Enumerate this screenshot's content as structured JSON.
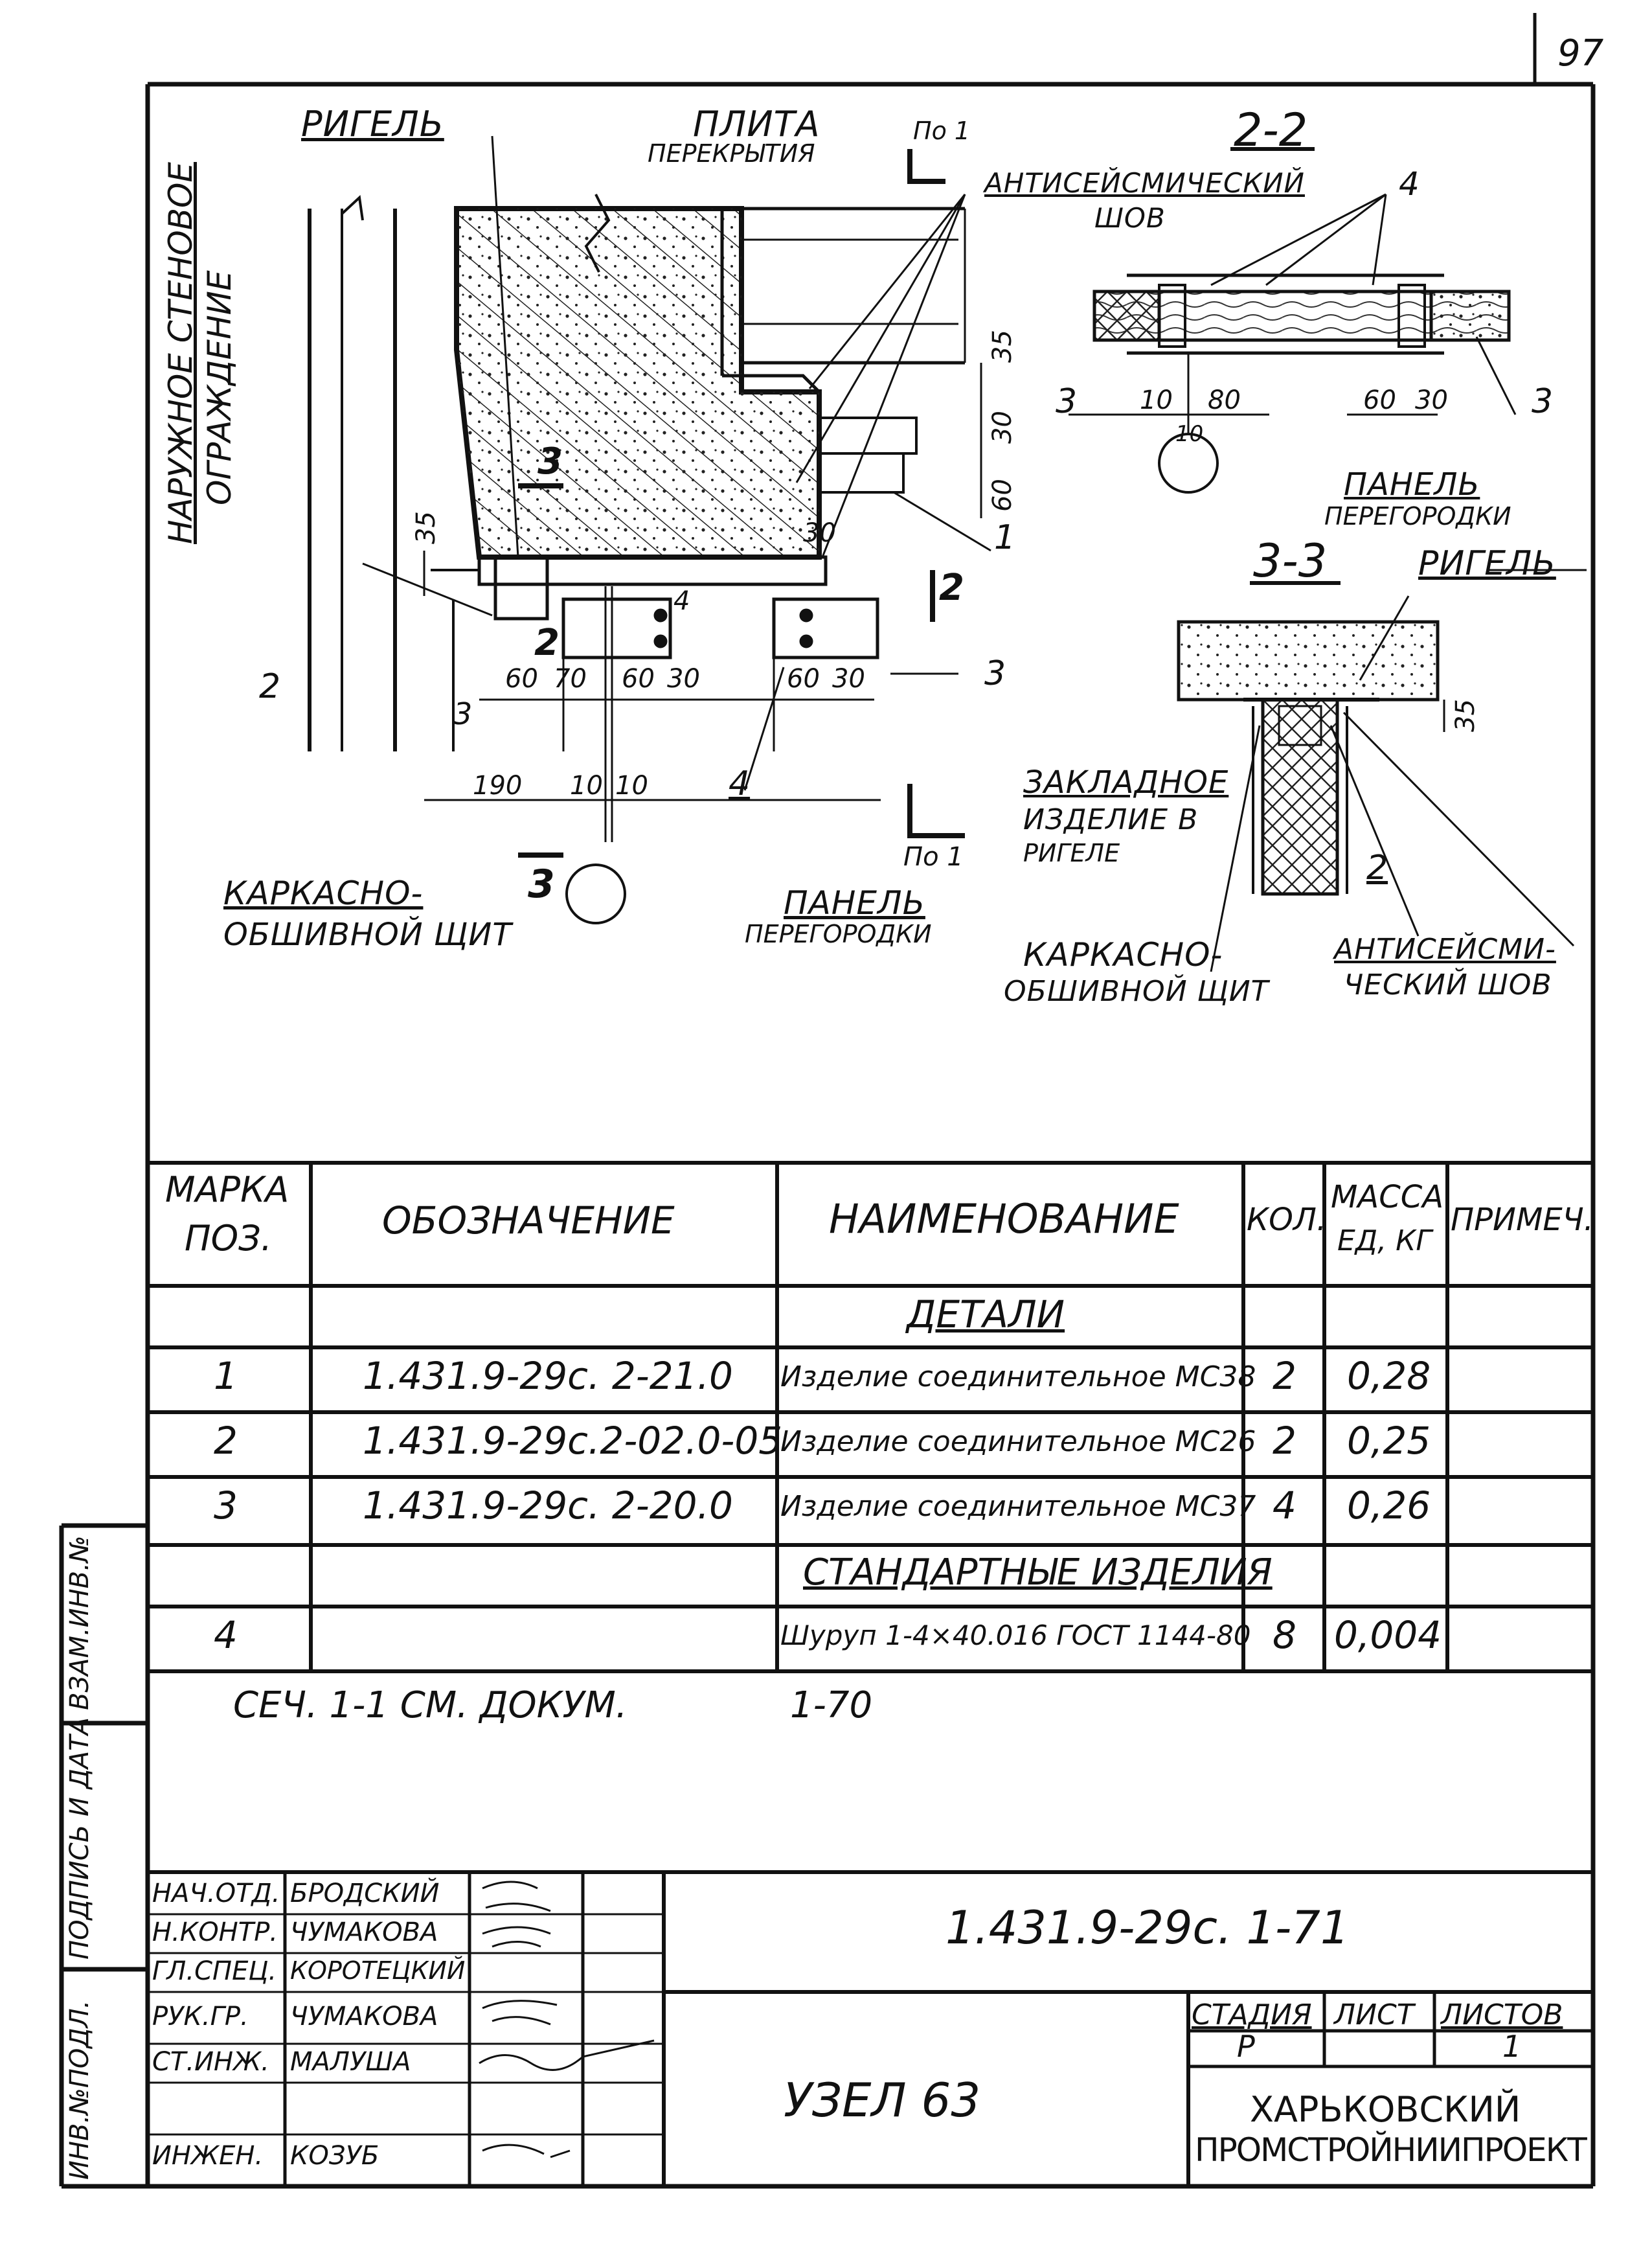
{
  "page_number": "97",
  "drawing_labels": {
    "rigel": "РИГЕЛЬ",
    "plita_line1": "ПЛИТА",
    "plita_line2": "ПЕРЕКРЫТИЯ",
    "po1_top": "По 1",
    "antiseismic_line1": "АНТИСЕЙСМИЧЕСКИЙ",
    "antiseismic_line2": "ШОВ",
    "outer_wall_line1": "НАРУЖНОЕ СТЕНОВОЕ",
    "outer_wall_line2": "ОГРАЖДЕНИЕ",
    "section_22": "2-2",
    "section_33": "3-3",
    "rigel_33": "РИГЕЛЬ",
    "panel_line1": "ПАНЕЛЬ",
    "panel_line2": "ПЕРЕГОРОДКИ",
    "embedded_line1": "ЗАКЛАДНОЕ",
    "embedded_line2": "ИЗДЕЛИЕ В",
    "embedded_line3": "РИГЕЛЕ",
    "karkas_line1": "КАРКАСНО-",
    "karkas_line2": "ОБШИВНОЙ ЩИТ",
    "karkas2_line1": "КАРКАСНО-",
    "karkas2_line2": "ОБШИВНОЙ ЩИТ",
    "panel2_line1": "ПАНЕЛЬ",
    "panel2_line2": "ПЕРЕГОРОДКИ",
    "antiseismic2_line1": "АНТИСЕЙСМИ-",
    "antiseismic2_line2": "ЧЕСКИЙ ШОВ",
    "po1_bottom": "По 1"
  },
  "dimensions": {
    "d35_top": "35",
    "d30": "30",
    "d60_right": "60",
    "d35_left": "35",
    "d30_b": "30",
    "d60_a": "60",
    "d70": "70",
    "d60_b": "60",
    "d30_c": "30",
    "d60_c": "60",
    "d30_d": "30",
    "d190": "190",
    "d10_a": "10",
    "d10_b": "10",
    "s22_10": "10",
    "s22_80": "80",
    "s22_10b": "10",
    "s22_60": "60",
    "s22_30": "30",
    "s33_35": "35"
  },
  "markers": {
    "m1": "1",
    "m2": "2",
    "m3": "3",
    "m4": "4",
    "m3b": "3",
    "m2b": "2",
    "m3c": "3",
    "m4b": "4",
    "m3d": "3",
    "m3e": "3",
    "m3f": "3",
    "m4c": "4",
    "m2c": "2",
    "cut2": "2",
    "cut3": "3",
    "cut2b": "2"
  },
  "spec_table": {
    "headers": {
      "mark_line1": "МАРКА",
      "mark_line2": "ПОЗ.",
      "designation": "ОБОЗНАЧЕНИЕ",
      "name": "НАИМЕНОВАНИЕ",
      "qty": "КОЛ.",
      "mass_line1": "МАССА",
      "mass_line2": "ЕД, КГ",
      "note": "ПРИМЕЧ."
    },
    "section_details": "ДЕТАЛИ",
    "section_standard": "СТАНДАРТНЫЕ ИЗДЕЛИЯ",
    "rows": [
      {
        "pos": "1",
        "designation": "1.431.9-29с. 2-21.0",
        "name": "Изделие соединительное МС38",
        "qty": "2",
        "mass": "0,28"
      },
      {
        "pos": "2",
        "designation": "1.431.9-29с.2-02.0-05",
        "name": "Изделие соединительное МС26",
        "qty": "2",
        "mass": "0,25"
      },
      {
        "pos": "3",
        "designation": "1.431.9-29с. 2-20.0",
        "name": "Изделие соединительное МС37",
        "qty": "4",
        "mass": "0,26"
      },
      {
        "pos": "4",
        "designation": "",
        "name": "Шуруп 1-4×40.016 ГОСТ 1144-80",
        "qty": "8",
        "mass": "0,004"
      }
    ]
  },
  "note_line": {
    "text": "СЕЧ. 1-1 СМ. ДОКУМ.",
    "ref": "1-70"
  },
  "side_labels": {
    "inv_vzam": "ВЗАМ.ИНВ.№",
    "podpis_data": "ПОДПИСЬ И ДАТА",
    "inv_podl": "ИНВ.№ПОДЛ."
  },
  "title_block": {
    "signatures": [
      {
        "role": "НАЧ.ОТД.",
        "name": "БРОДСКИЙ"
      },
      {
        "role": "Н.КОНТР.",
        "name": "ЧУМАКОВА"
      },
      {
        "role": "ГЛ.СПЕЦ.",
        "name": "КОРОТЕЦКИЙ"
      },
      {
        "role": "РУК.ГР.",
        "name": "ЧУМАКОВА"
      },
      {
        "role": "СТ.ИНЖ.",
        "name": "МАЛУША"
      },
      {
        "role": "ИНЖЕН.",
        "name": "КОЗУБ"
      }
    ],
    "doc_code": "1.431.9-29с. 1-71",
    "title": "УЗЕЛ 63",
    "stage_label": "СТАДИЯ",
    "sheet_label": "ЛИСТ",
    "sheets_label": "ЛИСТОВ",
    "stage_value": "Р",
    "sheet_value": "",
    "sheets_value": "1",
    "org_line1": "ХАРЬКОВСКИЙ",
    "org_line2": "ПРОМСТРОЙНИИПРОЕКТ"
  }
}
